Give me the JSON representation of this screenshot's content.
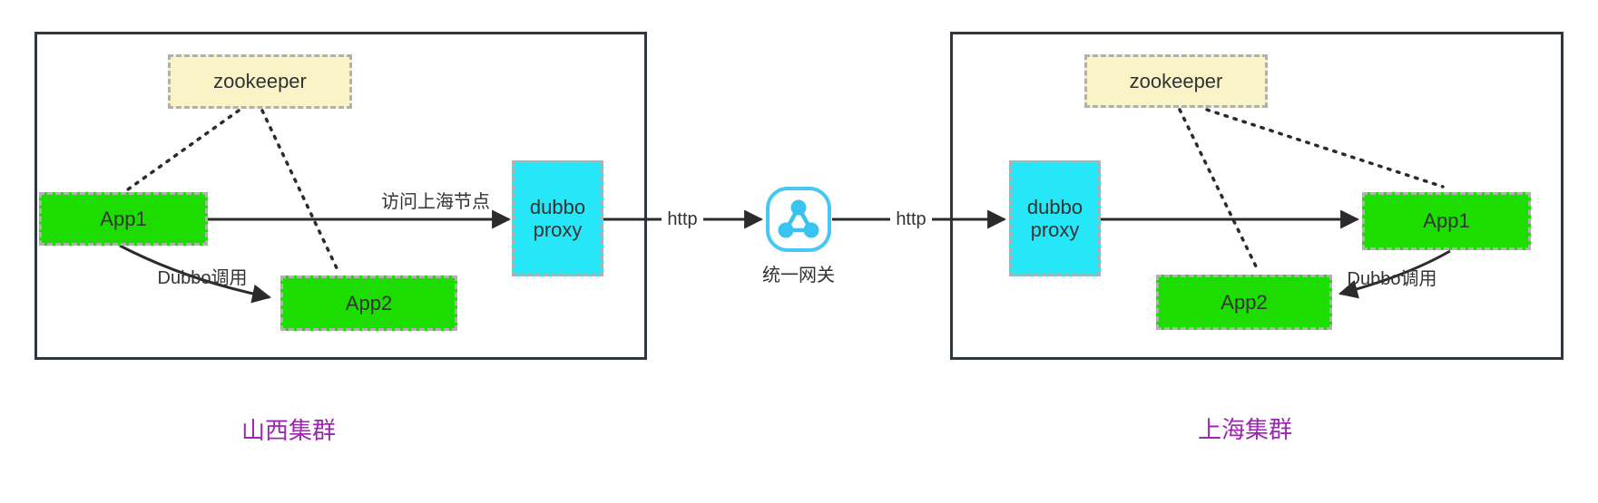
{
  "diagram": {
    "clusters": [
      {
        "label": "山西集群",
        "nodes": {
          "zookeeper": "zookeeper",
          "app1": "App1",
          "app2": "App2",
          "proxy": "dubbo proxy"
        },
        "edge_labels": {
          "visit_remote": "访问上海节点",
          "dubbo_call": "Dubbo调用"
        }
      },
      {
        "label": "上海集群",
        "nodes": {
          "zookeeper": "zookeeper",
          "app1": "App1",
          "app2": "App2",
          "proxy": "dubbo proxy"
        },
        "edge_labels": {
          "dubbo_call": "Dubbo调用"
        }
      }
    ],
    "gateway": {
      "label": "统一网关",
      "icon": "network-nodes-icon"
    },
    "links": [
      {
        "label": "http"
      },
      {
        "label": "http"
      }
    ],
    "colors": {
      "app_node_fill": "#1ddd00",
      "proxy_node_fill": "#25e7f7",
      "zookeeper_fill": "#faf3c8",
      "cluster_border": "#2f3640",
      "dashed_border": "#b0b0b0",
      "connector": "#2b2b2b",
      "gateway_accent": "#47c7f3",
      "cluster_label_color": "#9c27b0"
    }
  }
}
